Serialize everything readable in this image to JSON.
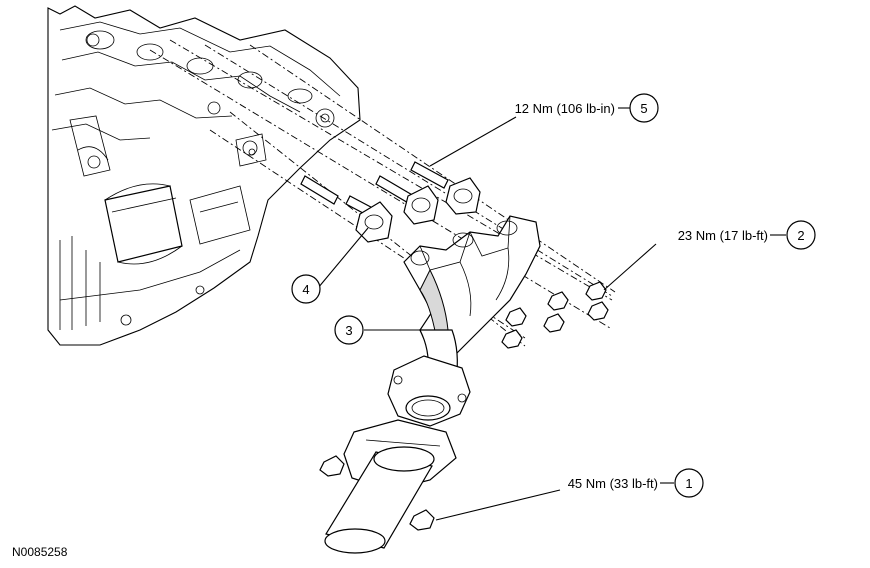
{
  "figure_id": "N0085258",
  "callouts": [
    {
      "number": "1",
      "torque": "45 Nm (33 lb-ft)"
    },
    {
      "number": "2",
      "torque": "23 Nm (17 lb-ft)"
    },
    {
      "number": "3",
      "torque": ""
    },
    {
      "number": "4",
      "torque": ""
    },
    {
      "number": "5",
      "torque": "12 Nm (106 lb-in)"
    }
  ]
}
